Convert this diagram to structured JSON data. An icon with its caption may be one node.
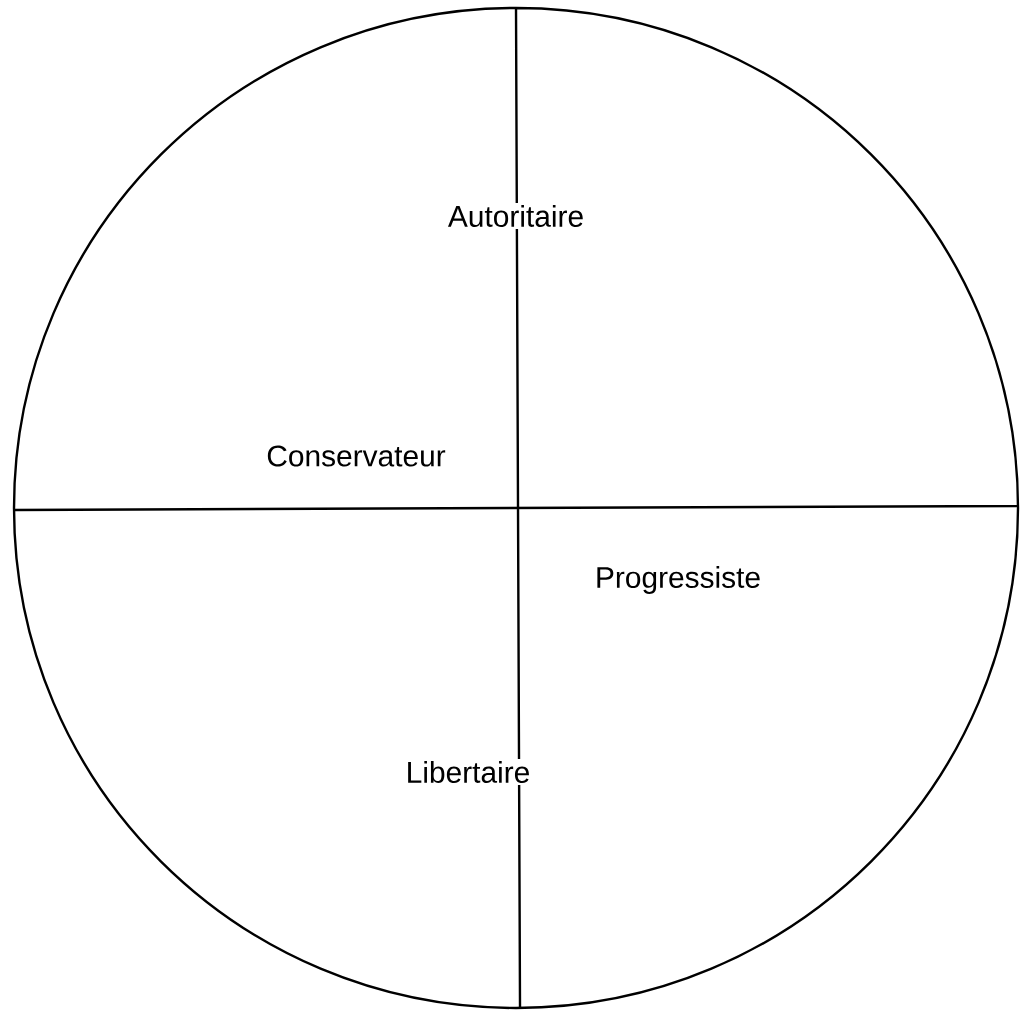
{
  "diagram": {
    "labels": [
      "Autoritaire",
      "Conservateur",
      "Progressiste",
      "Libertaire"
    ]
  }
}
